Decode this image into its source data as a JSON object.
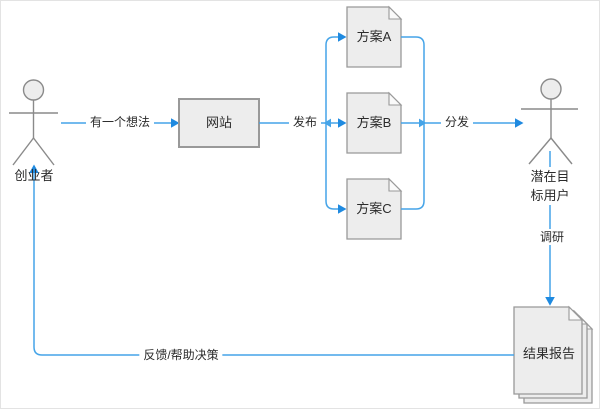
{
  "diagram": {
    "colors": {
      "connector_blue": "#45a4e8",
      "arrowhead_blue": "#1f8ae0",
      "shape_fill": "#ededed",
      "shape_stroke": "#999999",
      "figure_stroke": "#8a8a8a",
      "text": "#2b2b2b"
    },
    "actors": {
      "entrepreneur": {
        "label": "创业者"
      },
      "target_users": {
        "label": "潜在目标用户"
      }
    },
    "nodes": {
      "website": {
        "label": "网站"
      },
      "plan_a": {
        "label": "方案A"
      },
      "plan_b": {
        "label": "方案B"
      },
      "plan_c": {
        "label": "方案C"
      },
      "report": {
        "label": "结果报告"
      }
    },
    "edges": {
      "idea": {
        "label": "有一个想法"
      },
      "publish": {
        "label": "发布"
      },
      "distribute": {
        "label": "分发"
      },
      "survey": {
        "label": "调研"
      },
      "feedback": {
        "label": "反馈/帮助决策"
      }
    }
  }
}
